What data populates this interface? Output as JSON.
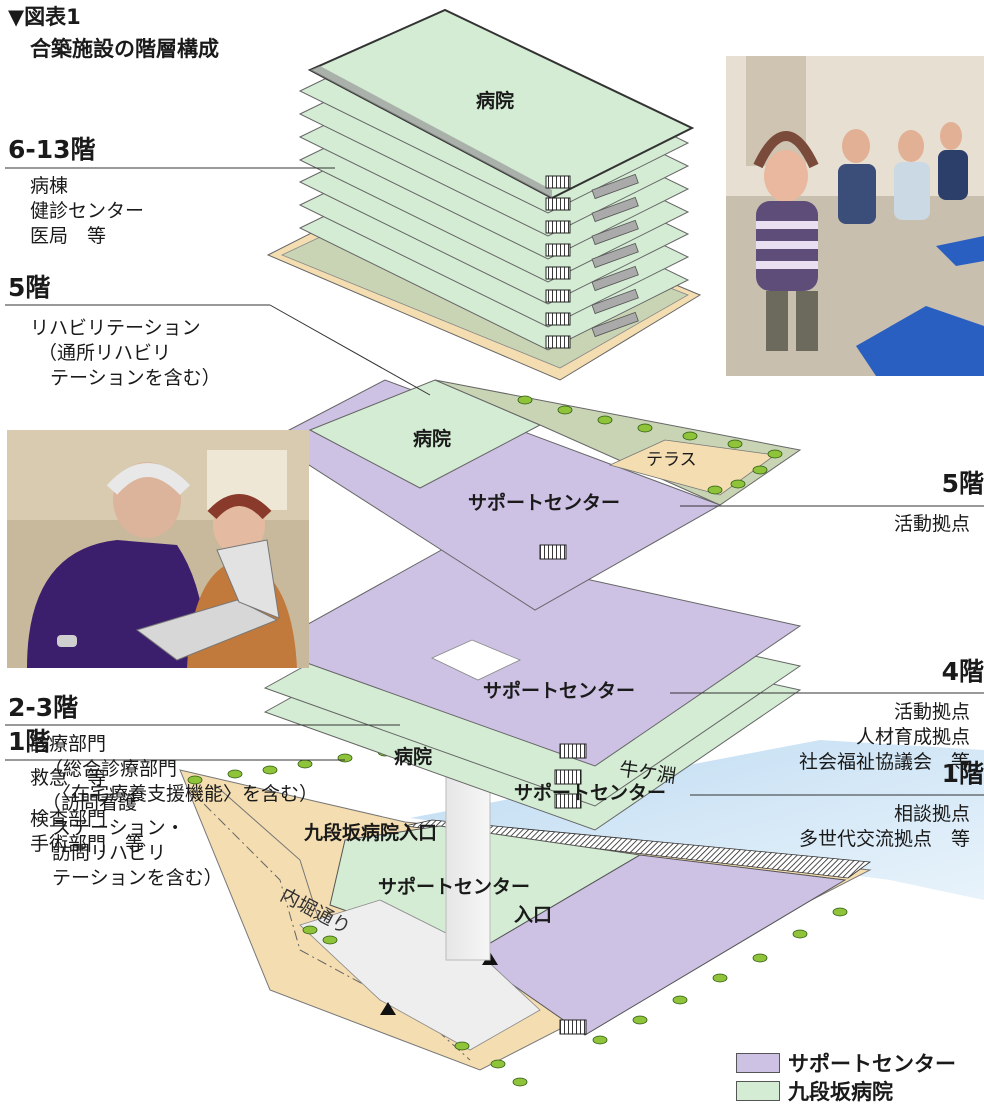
{
  "figure": {
    "tag": "▼図表1",
    "title": "合築施設の階層構成"
  },
  "left_labels": [
    {
      "floor": "6-13階",
      "lines": [
        "病棟",
        "健診センター",
        "医局　等"
      ]
    },
    {
      "floor": "5階",
      "lines": [
        "リハビリテーション",
        "（通所リハビリ",
        "テーションを含む）"
      ]
    },
    {
      "floor": "2-3階",
      "lines": [
        "診療部門",
        "（総合診療部門",
        "〈在宅療養支援機能〉を含む）",
        "検査部門",
        "手術部門　等"
      ]
    },
    {
      "floor": "1階",
      "lines": [
        "救急　等",
        "（訪問看護",
        "ステーション・",
        "訪問リハビリ",
        "テーションを含む）"
      ]
    }
  ],
  "right_labels": [
    {
      "floor": "5階",
      "lines": [
        "活動拠点"
      ]
    },
    {
      "floor": "4階",
      "lines": [
        "活動拠点",
        "人材育成拠点",
        "社会福祉協議会　等"
      ]
    },
    {
      "floor": "1階",
      "lines": [
        "相談拠点",
        "多世代交流拠点　等"
      ]
    }
  ],
  "building_labels": {
    "hospital_top": "病院",
    "hospital_5f": "病院",
    "terrace": "テラス",
    "support_5f": "サポートセンター",
    "support_4f": "サポートセンター",
    "hospital_1f": "病院",
    "support_1f": "サポートセンター",
    "hospital_entrance": "九段坂病院入口",
    "support_entrance_line1": "サポートセンター",
    "support_entrance_line2": "入口",
    "river": "牛ケ淵",
    "street": "内堀通り"
  },
  "legend": [
    {
      "label": "サポートセンター",
      "color": "#cdc1e4"
    },
    {
      "label": "九段坂病院",
      "color": "#d3ecd3"
    }
  ],
  "colors": {
    "support": "#cdc1e4",
    "hospital": "#d3ecd3",
    "terrace_green": "#c8d4b4",
    "ground_tan": "#f4ddb0",
    "water": "#d4e8f6"
  }
}
